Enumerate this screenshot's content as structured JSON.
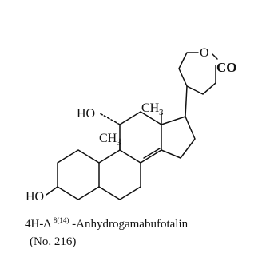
{
  "structure": {
    "atoms": {
      "ring_oxygen": "O",
      "lactone_carbonyl": "CO",
      "hydroxyl_11": "HO",
      "hydroxyl_3": "HO",
      "methyl_13": "CH",
      "methyl_13_sub": "3",
      "methyl_10": "CH",
      "methyl_10_sub": "3"
    }
  },
  "caption": {
    "name_prefix": "4H-Δ",
    "name_superscript": "8(14)",
    "name_suffix": "-Anhydrogamabufotalin",
    "reference": "(No. 216)"
  }
}
